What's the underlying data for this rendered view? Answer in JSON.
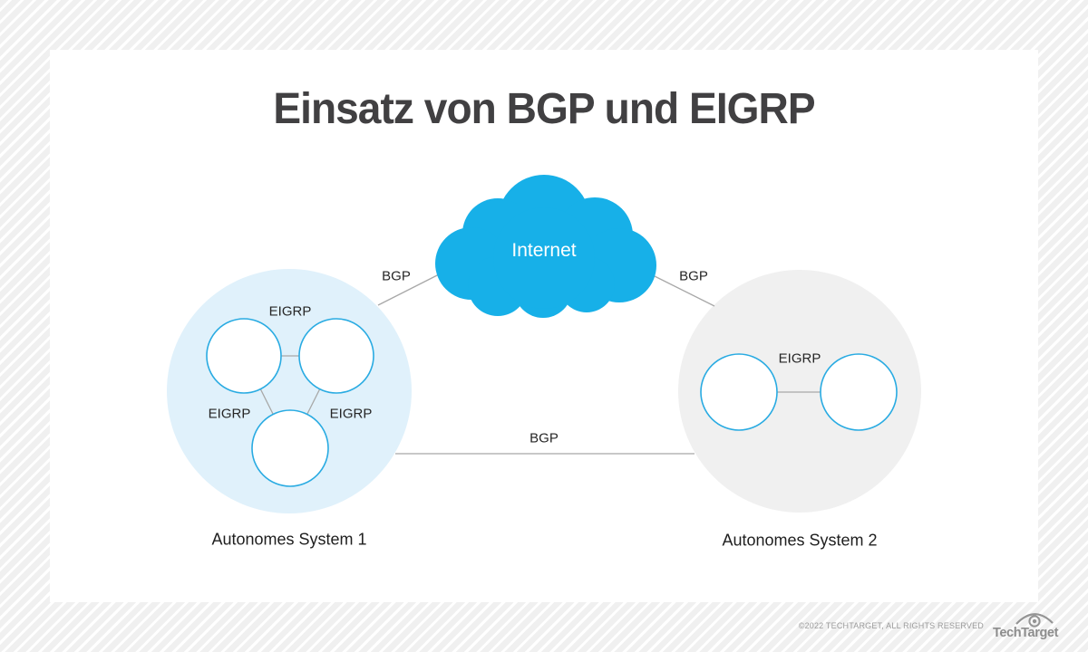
{
  "title": "Einsatz von BGP und EIGRP",
  "colors": {
    "cloud_blue": "#17B0E8",
    "node_stroke": "#29ABE2",
    "as1_fill": "#E0F1FB",
    "as2_fill": "#F0F0F0",
    "line_gray": "#A8A8A8",
    "title_color": "#414042"
  },
  "diagram": {
    "internet_label": "Internet",
    "bgp_left_label": "BGP",
    "bgp_right_label": "BGP",
    "bgp_bottom_label": "BGP",
    "as1": {
      "name": "Autonomes System 1",
      "eigrp_top_label": "EIGRP",
      "eigrp_left_label": "EIGRP",
      "eigrp_right_label": "EIGRP"
    },
    "as2": {
      "name": "Autonomes System 2",
      "eigrp_label": "EIGRP"
    }
  },
  "footer": {
    "copyright": "©2022 TECHTARGET, ALL RIGHTS RESERVED",
    "brand": "TechTarget"
  }
}
